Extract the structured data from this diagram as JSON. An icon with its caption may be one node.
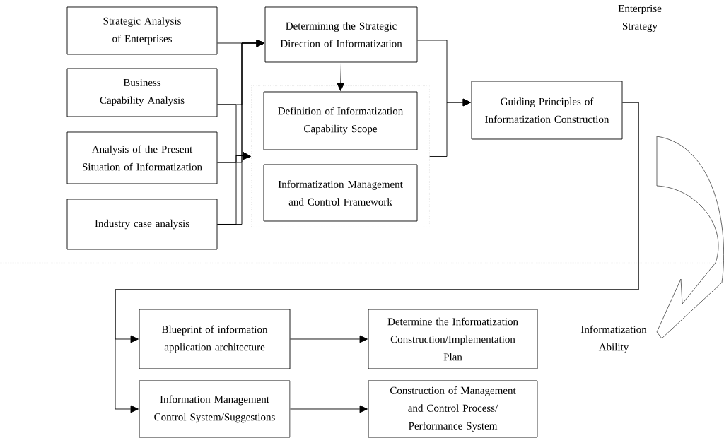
{
  "diagram": {
    "nodes": [
      {
        "text": [
          "Strategic Analysis of Enterprises"
        ]
      },
      {
        "text": [
          "Business Capability Analysis"
        ]
      },
      {
        "text": [
          "Analysis of the Present Situation of Informatization"
        ]
      },
      {
        "text": [
          "Industry case analysis"
        ]
      },
      {
        "text": [
          "Determining the Strategic Direction of Informatization"
        ]
      },
      {
        "text": [],
        "shape": "box"
      },
      {
        "text": [
          "Definition of Informatization Capability Scope"
        ],
        "in": 5
      },
      {
        "text": [
          "Informatization Management and Control Framework"
        ],
        "in": 5
      },
      {
        "text": [
          "Guiding Principles of Informatization Construction"
        ]
      },
      {
        "text": [
          "Blueprint of information application architecture"
        ]
      },
      {
        "text": [
          "Determine the Informatization Construction/Implementation Plan"
        ]
      },
      {
        "text": [
          "Information Management Control System/Suggestions"
        ]
      },
      {
        "text": [
          "Construction of Management and Control Process/ Performance System"
        ]
      }
    ],
    "edges": [
      {
        "from": 0,
        "to": 4,
        "arrow": "to"
      },
      {
        "from": 1,
        "to": 4,
        "arrow": "to"
      },
      {
        "from": 2,
        "to": 4,
        "arrow": "to"
      },
      {
        "from": 3,
        "to": 4,
        "arrow": "to"
      },
      {
        "from": 1,
        "to": 5,
        "arrow": "to"
      },
      {
        "from": 2,
        "to": 5,
        "arrow": "to"
      },
      {
        "from": 3,
        "to": 5,
        "arrow": "to"
      },
      {
        "from": 4,
        "to": 6,
        "arrow": "to"
      },
      {
        "from": 4,
        "to": 8,
        "arrow": "to"
      },
      {
        "from": 5,
        "to": 8,
        "arrow": "to"
      },
      {
        "from": 8,
        "to": 9,
        "arrow": "to"
      },
      {
        "from": 8,
        "to": 11,
        "arrow": "to"
      },
      {
        "from": 9,
        "to": 10,
        "arrow": "to"
      },
      {
        "from": 11,
        "to": 12,
        "arrow": "to"
      }
    ],
    "labels": [
      "Enterprise Strategy",
      "Informatization Ability"
    ]
  }
}
